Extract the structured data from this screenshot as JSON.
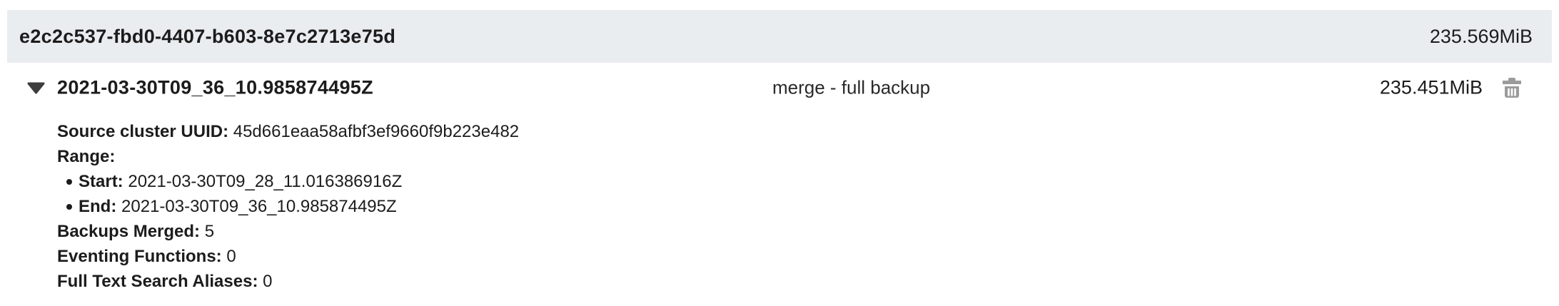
{
  "repo_header": {
    "id": "e2c2c537-fbd0-4407-b603-8e7c2713e75d",
    "size": "235.569MiB"
  },
  "backup_row": {
    "name": "2021-03-30T09_36_10.985874495Z",
    "type": "merge - full backup",
    "size": "235.451MiB",
    "expand_icon": "caret-down-icon",
    "delete_icon": "trash-icon"
  },
  "details": {
    "source_cluster_uuid_label": "Source cluster UUID:",
    "source_cluster_uuid_value": "45d661eaa58afbf3ef9660f9b223e482",
    "range_label": "Range:",
    "range_items": [
      {
        "label": "Start:",
        "value": "2021-03-30T09_28_11.016386916Z"
      },
      {
        "label": "End:",
        "value": "2021-03-30T09_36_10.985874495Z"
      }
    ],
    "backups_merged_label": "Backups Merged:",
    "backups_merged_value": "5",
    "eventing_functions_label": "Eventing Functions:",
    "eventing_functions_value": "0",
    "fts_aliases_label": "Full Text Search Aliases:",
    "fts_aliases_value": "0"
  },
  "colors": {
    "header_bg": "#eaedf0",
    "text": "#1c1c1c",
    "trash_icon": "#9b9b9b",
    "caret_icon": "#3d3d3d"
  }
}
